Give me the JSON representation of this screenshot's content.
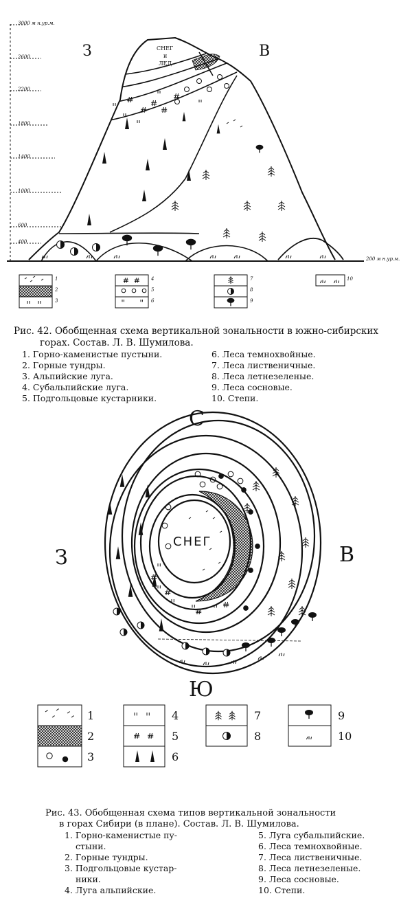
{
  "fig42": {
    "altitude_labels": [
      "3000 м н.ур.м.",
      "2600",
      "2200",
      "1800",
      "1400",
      "1000",
      "600",
      "400"
    ],
    "base_label": "200 м н.ур.м.",
    "west": "З",
    "east": "В",
    "snow_line1": "СНЕГ",
    "snow_line2": "и",
    "snow_line3": "ЛЕД",
    "legend_keys": [
      "1",
      "2",
      "3",
      "4",
      "5",
      "6",
      "7",
      "8",
      "9",
      "10"
    ],
    "caption_line1": "Рис. 42. Обобщенная схема вертикальной зональности в южно-сибирских",
    "caption_line2": "горах. Состав. Л. В. Шумилова.",
    "items_left": [
      "1. Горно-каменистые пустыни.",
      "2. Горные тундры.",
      "3. Альпийские луга.",
      "4. Субальпийские луга.",
      "5. Подгольцовые кустарники."
    ],
    "items_right": [
      "6. Леса темнохвойные.",
      "7. Леса лиственичные.",
      "8. Леса летнезеленые.",
      "9. Леса сосновые.",
      "10. Степи."
    ]
  },
  "fig43": {
    "north": "С",
    "south": "Ю",
    "west": "З",
    "east": "В",
    "snow": "СНЕГ",
    "legend_keys": [
      "1",
      "2",
      "3",
      "4",
      "5",
      "6",
      "7",
      "8",
      "9",
      "10"
    ],
    "caption_line1": "Рис. 43. Обобщенная схема типов вертикальной зональности",
    "caption_line2": "в горах Сибири (в плане). Состав. Л. В. Шумилова.",
    "items_left": [
      "1. Горно-каменистые пу-",
      "стыни.",
      "2. Горные тундры.",
      "3. Подгольцовые кустар-",
      "ники.",
      "4. Луга альпийские."
    ],
    "items_right": [
      "5. Луга субальпийские.",
      "6. Леса темнохвойные.",
      "7. Леса лиственичные.",
      "8. Леса летнезеленые.",
      "9. Леса сосновые.",
      "10. Степи."
    ]
  }
}
